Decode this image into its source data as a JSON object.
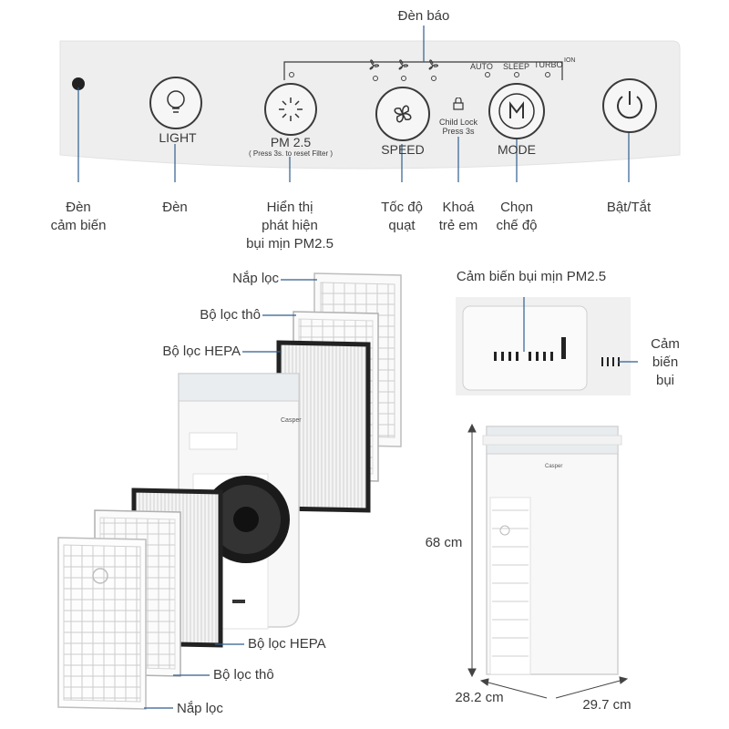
{
  "panel": {
    "indicator_title": "Đèn báo",
    "light_btn": "LIGHT",
    "pm_btn": "PM 2.5",
    "pm_hint": "( Press 3s. to reset Filter )",
    "speed_btn": "SPEED",
    "child_lock_line1": "Child Lock",
    "child_lock_line2": "Press 3s",
    "mode_btn": "MODE",
    "auto": "AUTO",
    "sleep": "SLEEP",
    "turbo": "TURBO",
    "ion": "ION"
  },
  "callouts": {
    "sensor_light": [
      "Đèn",
      "cảm biến"
    ],
    "lamp": "Đèn",
    "pm_display": [
      "Hiển thị",
      "phát hiện",
      "bụi mịn PM2.5"
    ],
    "fan_speed": [
      "Tốc độ",
      "quạt"
    ],
    "child_lock": [
      "Khoá",
      "trẻ em"
    ],
    "mode_select": [
      "Chọn",
      "chế độ"
    ],
    "power": "Bật/Tắt"
  },
  "exploded": {
    "top_cover": "Nắp lọc",
    "top_coarse": "Bộ lọc thô",
    "top_hepa": "Bộ lọc HEPA",
    "bottom_hepa": "Bộ lọc HEPA",
    "bottom_coarse": "Bộ lọc thô",
    "bottom_cover": "Nắp lọc",
    "brand": "Casper"
  },
  "sensor": {
    "pm_sensor": "Cảm biến bụi mịn PM2.5",
    "dust_sensor": [
      "Cảm",
      "biến",
      "bụi"
    ]
  },
  "dimensions": {
    "height": "68 cm",
    "depth": "28.2 cm",
    "width": "29.7 cm",
    "brand": "Casper"
  },
  "colors": {
    "line": "#2f5e8e",
    "panel": "#eeeeee",
    "dark": "#333333"
  }
}
